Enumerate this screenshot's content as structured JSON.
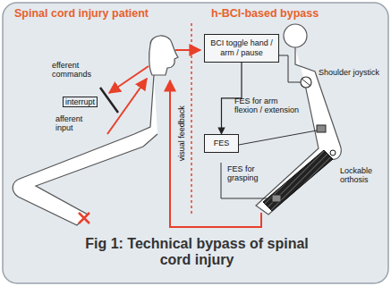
{
  "diagram": {
    "caption": "Fig 1: Technical bypass of spinal cord injury",
    "nodes": [
      {
        "text": [
          "BCI toggle hand / arm / pause"
        ]
      },
      {
        "text": [
          "FES"
        ]
      }
    ],
    "edges": [
      {
        "from": 0,
        "to": 1,
        "arrow": "to"
      }
    ],
    "labels": [
      "Spinal cord injury patient",
      "h-BCI-based bypass",
      "efferent commands",
      "interrupt",
      "afferent input",
      "visual feedback",
      "Shoulder joystick",
      "FES for arm flexion / extension",
      "Lockable orthosis",
      "FES for grasping"
    ]
  }
}
